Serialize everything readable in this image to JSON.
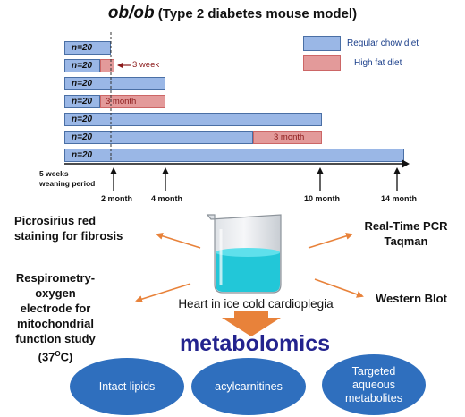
{
  "title": {
    "main": "ob/ob",
    "sub": " (Type 2 diabetes mouse model)"
  },
  "rows": [
    {
      "n": "n=20",
      "hfd_label": ""
    },
    {
      "n": "n=20",
      "hfd_label": ""
    },
    {
      "n": "n=20",
      "hfd_label": ""
    },
    {
      "n": "n=20",
      "hfd_label": "3 month"
    },
    {
      "n": "n=20",
      "hfd_label": ""
    },
    {
      "n": "n=20",
      "hfd_label": "3 month"
    },
    {
      "n": "n=20",
      "hfd_label": ""
    }
  ],
  "annotation": "3 week",
  "legend": {
    "chow": "Regular chow diet",
    "hfd": "High fat diet"
  },
  "colors": {
    "chow": "#9ab7e6",
    "hfd": "#e39a9a",
    "arrow": "#e8823a",
    "ellipse": "#2f6fbe",
    "metabolomics": "#23238e"
  },
  "timeline": {
    "weaning": [
      "5 weeks",
      "weaning period"
    ],
    "ticks": [
      "2 month",
      "4 month",
      "10 month",
      "14 month"
    ]
  },
  "left_items": {
    "picro": [
      "Picrosirius red",
      "staining for fibrosis"
    ],
    "resp": [
      "Respirometry-",
      "oxygen",
      "electrode for",
      "mitochondrial",
      "function study"
    ],
    "resp_temp": {
      "prefix": "(37",
      "sup": "O",
      "suffix": "C)"
    }
  },
  "right_items": {
    "pcr": [
      "Real-Time PCR",
      "Taqman"
    ],
    "western": "Western Blot"
  },
  "center_caption": "Heart in ice cold cardioplegia",
  "metabolomics": "metabolomics",
  "ellipses": [
    [
      "Intact lipids"
    ],
    [
      "acylcarnitines"
    ],
    [
      "Targeted",
      "aqueous",
      "metabolites"
    ]
  ]
}
